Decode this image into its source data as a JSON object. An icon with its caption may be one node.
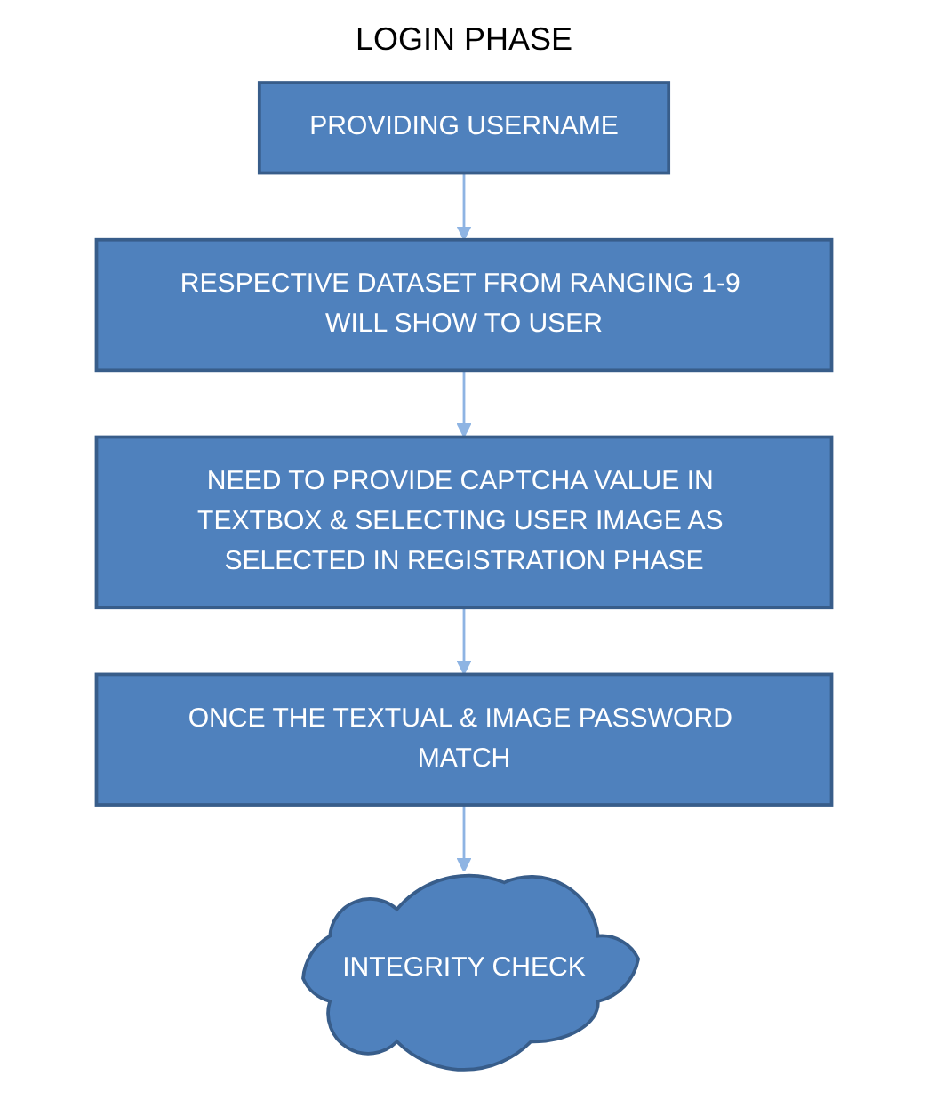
{
  "diagram": {
    "title": "LOGIN PHASE",
    "nodes": [
      {
        "text": [
          "PROVIDING USERNAME"
        ]
      },
      {
        "text": [
          "RESPECTIVE DATASET FROM RANGING 1-9 WILL SHOW TO USER"
        ]
      },
      {
        "text": [
          "NEED TO PROVIDE CAPTCHA VALUE IN TEXTBOX & SELECTING USER IMAGE AS SELECTED IN REGISTRATION PHASE"
        ]
      },
      {
        "text": [
          "ONCE THE TEXTUAL & IMAGE PASSWORD MATCH"
        ]
      },
      {
        "text": [
          "INTEGRITY CHECK"
        ]
      }
    ],
    "edges": [
      {
        "from": 0,
        "to": 1,
        "arrow": "to"
      },
      {
        "from": 1,
        "to": 2,
        "arrow": "to"
      },
      {
        "from": 2,
        "to": 3,
        "arrow": "to"
      },
      {
        "from": 3,
        "to": 4,
        "arrow": "to"
      }
    ]
  }
}
